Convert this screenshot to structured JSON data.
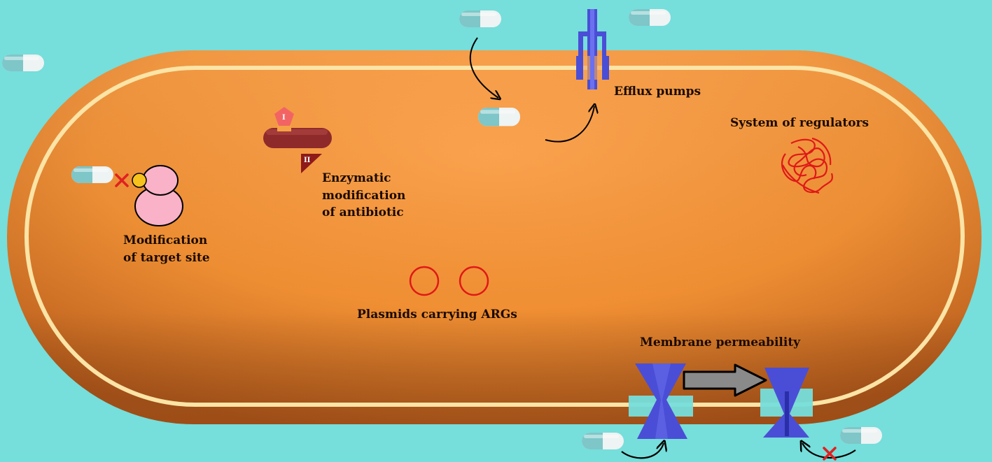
{
  "labels": {
    "efflux": "Efflux pumps",
    "regulators": "System of regulators",
    "enzymatic_1": "Enzymatic",
    "enzymatic_2": "modification",
    "enzymatic_3": "of antibiotic",
    "target_1": "Modification",
    "target_2": "of target site",
    "plasmids": "Plasmids carrying ARGs",
    "membrane": "Membrane permeability"
  },
  "enzyme_markers": {
    "first": "I",
    "second": "II"
  },
  "colors": {
    "background": "#76dedb",
    "cell_fill": "#f08f33",
    "cell_membrane": "#fbe4a6",
    "capsule_teal": "#7ec6c8",
    "capsule_white": "#eef3f3",
    "pump_blue": "#4a4ed6",
    "plasmid_red": "#e01818",
    "blocked_red": "#e02020",
    "ribosome_pink": "#f9b2c8",
    "enzyme_maroon": "#8e2a2a"
  }
}
